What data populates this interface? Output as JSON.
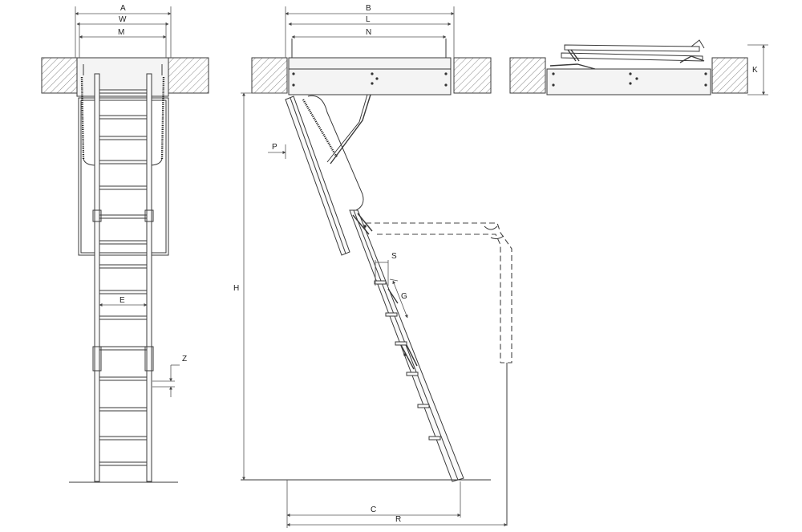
{
  "labels": {
    "A": "A",
    "W": "W",
    "M": "M",
    "E": "E",
    "Z": "Z",
    "B": "B",
    "L": "L",
    "N": "N",
    "P": "P",
    "H": "H",
    "S": "S",
    "G": "G",
    "C": "C",
    "R": "R",
    "K": "K"
  }
}
